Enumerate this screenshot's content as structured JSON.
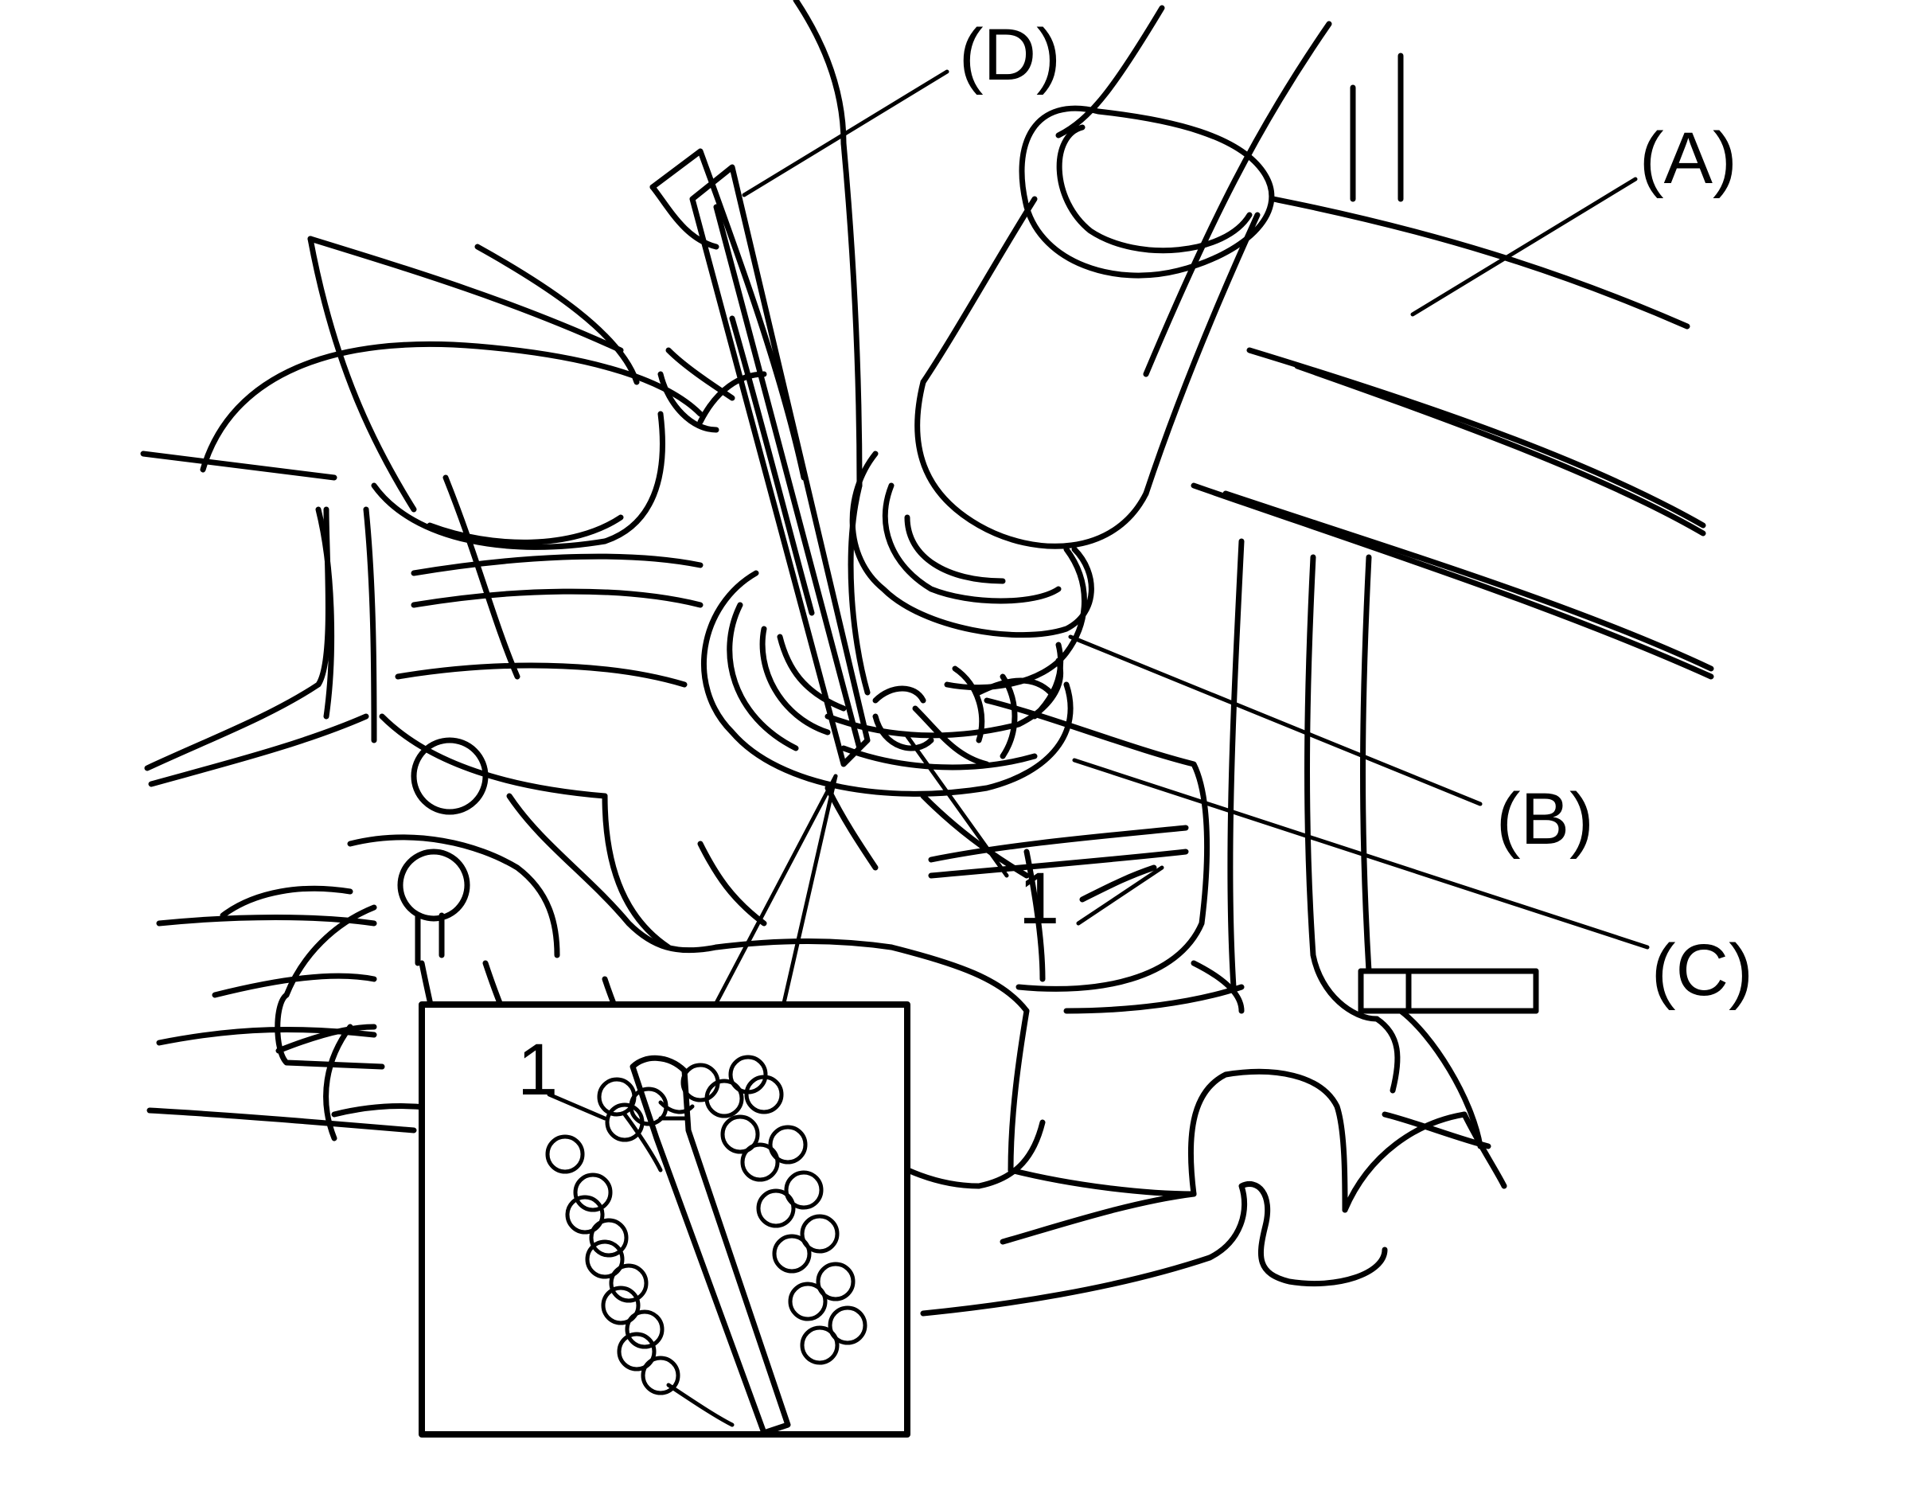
{
  "labels": {
    "A": "(A)",
    "B": "(B)",
    "C": "(C)",
    "D": "(D)",
    "item1_main": "1",
    "item1_inset": "1"
  },
  "colors": {
    "line": "#000000",
    "background": "#ffffff"
  }
}
